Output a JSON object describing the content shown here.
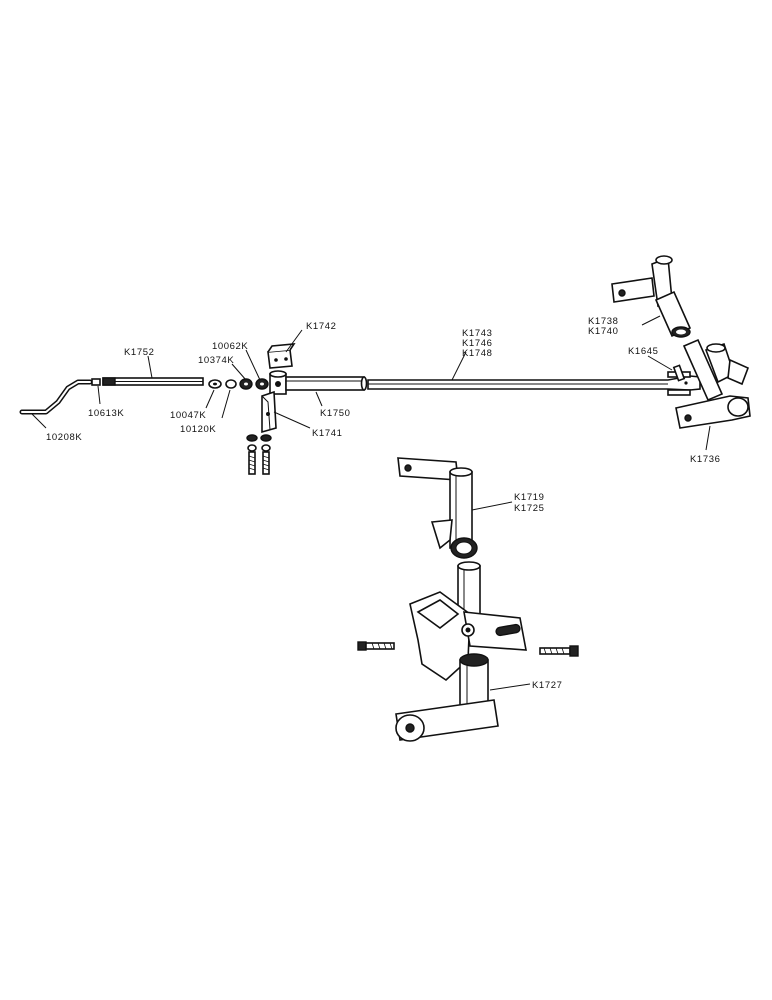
{
  "labels": {
    "k1742": "K1742",
    "n10062k": "10062K",
    "k1752": "K1752",
    "n10374k": "10374K",
    "k1743": "K1743",
    "k1746": "K1746",
    "k1748": "K1748",
    "k1738": "K1738",
    "k1740": "K1740",
    "k1645": "K1645",
    "n10613k": "10613K",
    "n10047k": "10047K",
    "n10120k": "10120K",
    "k1750": "K1750",
    "k1741": "K1741",
    "n10208k": "10208K",
    "k1736": "K1736",
    "k1719": "K1719",
    "k1725": "K1725",
    "k1727": "K1727"
  }
}
